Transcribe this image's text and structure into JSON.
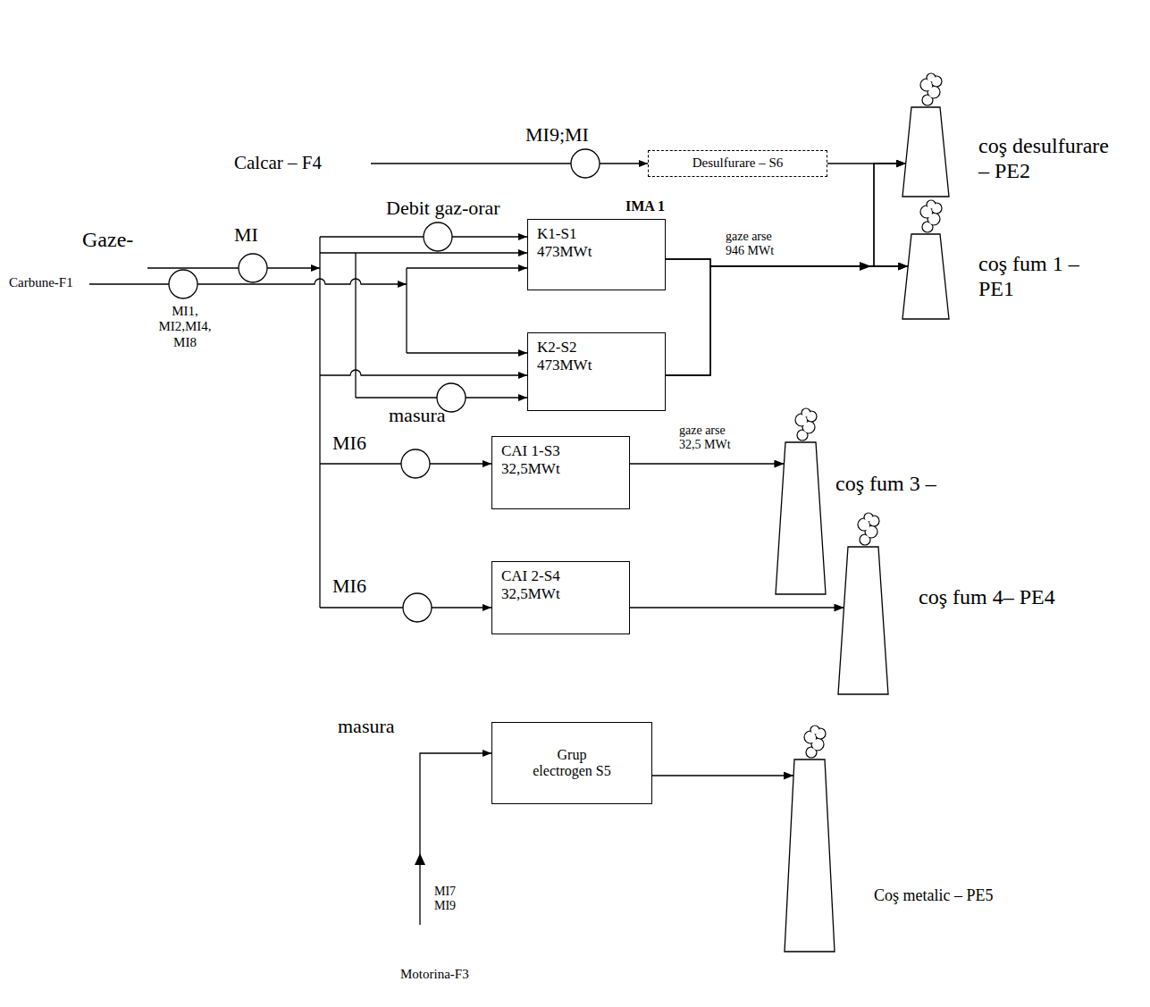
{
  "diagram": {
    "nodes": [
      {
        "text": [
          "Desulfurare – S6"
        ]
      },
      {
        "text": [
          "coş desulfurare – PE2"
        ]
      },
      {
        "text": [
          "K1-S1 473MWt"
        ]
      },
      {
        "text": [
          "K2-S2 473MWt"
        ]
      },
      {
        "text": [
          "coş fum 1 – PE1"
        ]
      },
      {
        "text": [
          "CAI 1-S3 32,5MWt"
        ]
      },
      {
        "text": [
          "coş fum 3 –"
        ]
      },
      {
        "text": [
          "CAI 2-S4 32,5MWt"
        ]
      },
      {
        "text": [
          "coş fum 4– PE4"
        ]
      },
      {
        "text": [
          "Grup electrogen S5"
        ]
      },
      {
        "text": [
          "Coş metalic – PE5"
        ]
      }
    ],
    "edges": [
      {
        "from": 0,
        "to": 1,
        "arrow": "to"
      },
      {
        "from": 2,
        "to": 1,
        "arrow": "to"
      },
      {
        "from": 2,
        "to": 4,
        "arrow": "to"
      },
      {
        "from": 3,
        "to": 1,
        "arrow": "to"
      },
      {
        "from": 3,
        "to": 4,
        "arrow": "to"
      },
      {
        "from": 5,
        "to": 6,
        "arrow": "to"
      },
      {
        "from": 7,
        "to": 8,
        "arrow": "to"
      },
      {
        "from": 9,
        "to": 10,
        "arrow": "to"
      }
    ],
    "labels": [
      "Calcar – F4",
      "MI9;MI",
      "Debit gaz-orar",
      "IMA 1",
      "Gaze-",
      "MI",
      "Carbune-F1",
      "MI1, MI2,MI4, MI8",
      "gaze arse 946 MWt",
      "masura",
      "MI6",
      "gaze arse 32,5 MWt",
      "MI6",
      "masura",
      "MI7 MI9",
      "Motorina-F3"
    ]
  }
}
